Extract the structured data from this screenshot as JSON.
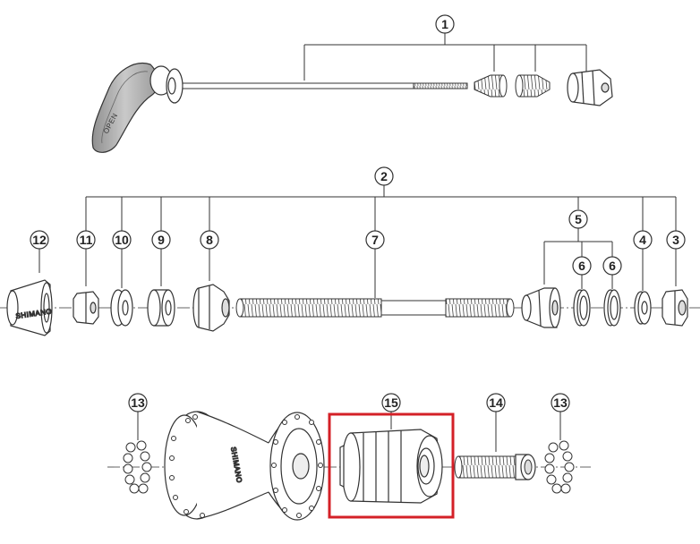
{
  "callouts": {
    "c1": "1",
    "c2": "2",
    "c3": "3",
    "c4": "4",
    "c5": "5",
    "c6a": "6",
    "c6b": "6",
    "c7": "7",
    "c8": "8",
    "c9": "9",
    "c10": "10",
    "c11": "11",
    "c12": "12",
    "c13a": "13",
    "c13b": "13",
    "c14": "14",
    "c15": "15"
  },
  "labels": {
    "lever": "OPEN",
    "locknut": "SHIMANO",
    "hub": "SHIMANO"
  },
  "colors": {
    "line": "#333333",
    "highlight": "#d42027",
    "lever_fill": "#b0b0b0"
  }
}
